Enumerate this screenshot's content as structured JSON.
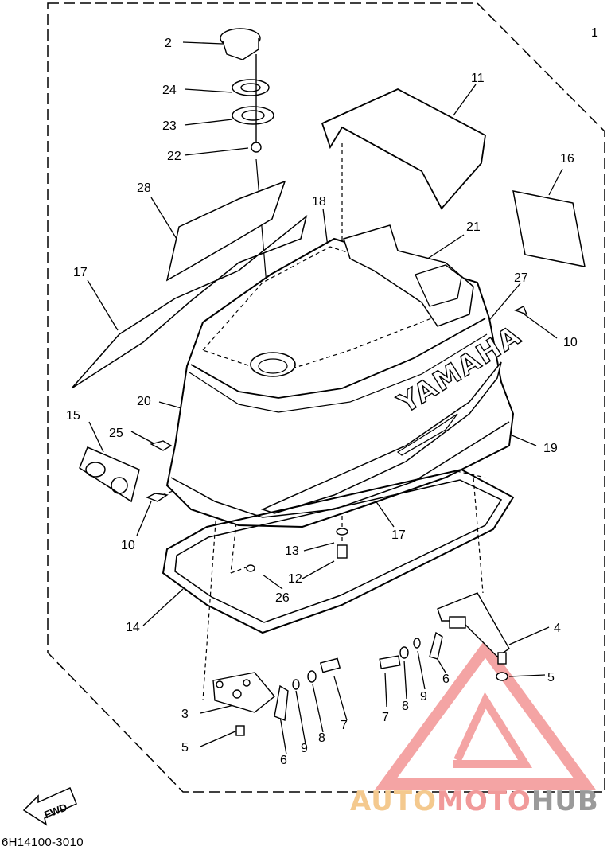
{
  "diagram": {
    "figure_code": "6H14100-3010",
    "fwd_label": "FWD",
    "brand_text": "YAMAHA",
    "callouts": [
      "1",
      "2",
      "24",
      "23",
      "22",
      "28",
      "11",
      "16",
      "18",
      "17",
      "21",
      "27",
      "10",
      "20",
      "15",
      "25",
      "10",
      "19",
      "17",
      "13",
      "12",
      "26",
      "14",
      "4",
      "5",
      "7",
      "8",
      "9",
      "6",
      "3",
      "5",
      "6",
      "9",
      "8",
      "7"
    ]
  },
  "watermark": {
    "part1": "AUTO",
    "part2": "MOTO",
    "part3": "HUB",
    "logo_color": "#f08080"
  }
}
